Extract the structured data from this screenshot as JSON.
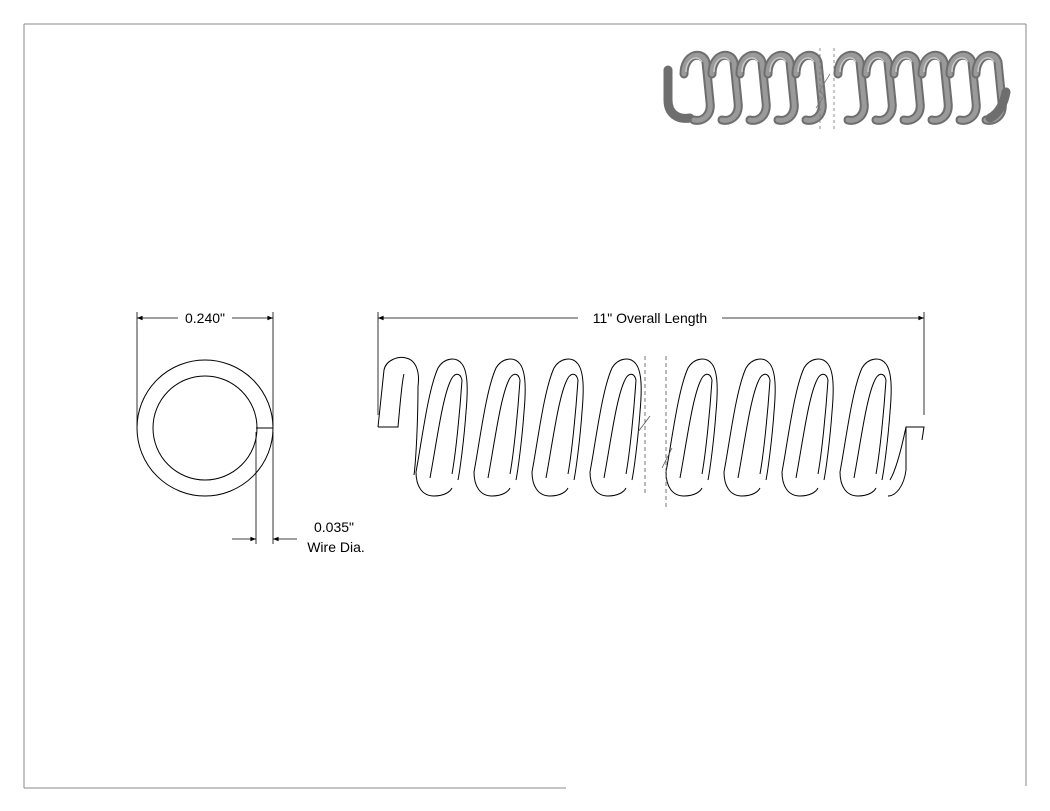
{
  "drawing": {
    "dimensions": {
      "outer_diameter": "0.240\"",
      "overall_length": "11\" Overall Length",
      "wire_diameter_value": "0.035\"",
      "wire_diameter_label": "Wire Dia."
    },
    "colors": {
      "line": "#000000",
      "frame": "#888888",
      "coil_fill": "#9a9a9a",
      "coil_shadow": "#6e6e6e",
      "coil_highlight": "#c8c8c8"
    },
    "icons": [
      "spring-3d-icon",
      "spring-end-view-icon",
      "spring-side-view-icon"
    ]
  }
}
